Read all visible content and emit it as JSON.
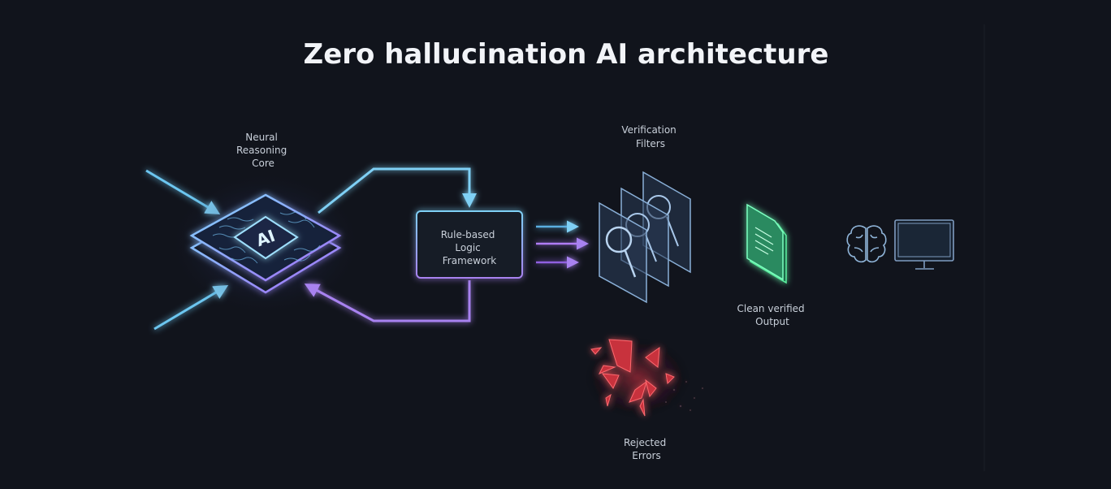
{
  "title": "Zero hallucination AI architecture",
  "nodes": {
    "core": {
      "label_lines": [
        "Neural",
        "Reasoning",
        "Core"
      ],
      "chip_text": "AI"
    },
    "rules": {
      "label_lines": [
        "Rule-based",
        "Logic",
        "Framework"
      ]
    },
    "filters": {
      "label_lines": [
        "Verification",
        "Filters"
      ]
    },
    "output": {
      "label_lines": [
        "Clean verified",
        "Output"
      ]
    },
    "rejected": {
      "label_lines": [
        "Rejected",
        "Errors"
      ]
    }
  },
  "colors": {
    "background": "#11141c",
    "blue": "#6cc6f0",
    "purple": "#a779f0",
    "green": "#5cf0a0",
    "red": "#f0505a"
  },
  "icons": [
    "chip-icon",
    "magnifier-icon",
    "document-icon",
    "brain-icon",
    "monitor-icon",
    "shards-icon"
  ]
}
